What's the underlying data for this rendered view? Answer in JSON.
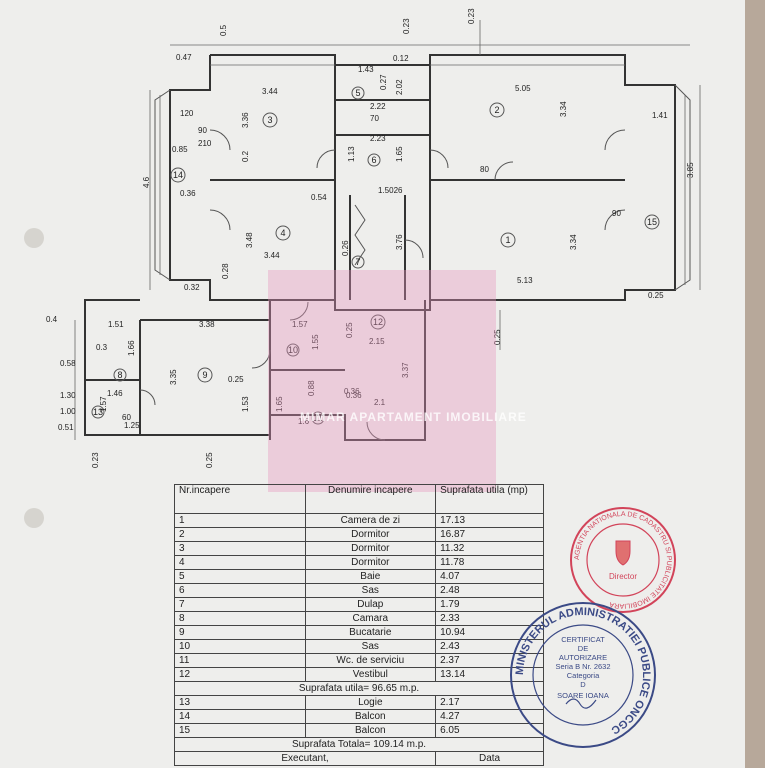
{
  "floor_plan": {
    "room_numbers": [
      "1",
      "2",
      "3",
      "4",
      "5",
      "6",
      "7",
      "8",
      "9",
      "10",
      "11",
      "12",
      "13",
      "14",
      "15"
    ],
    "dimensions": [
      "0.47",
      "0.5",
      "3.44",
      "3.36",
      "0.2",
      "5.05",
      "3.34",
      "0.23",
      "0.23",
      "0.12",
      "1.43",
      "0.27",
      "2.02",
      "2.22",
      "2.23",
      "1.13",
      "1.65",
      "4.6",
      "0.85",
      "0.36",
      "0.54",
      "1.5026",
      "3.48",
      "3.44",
      "3.76",
      "3.34",
      "5.13",
      "3.85",
      "1.41",
      "0.28",
      "0.32",
      "0.4",
      "1.51",
      "1.66",
      "3.38",
      "1.57",
      "1.55",
      "2.15",
      "0.25",
      "0.58",
      "3.35",
      "1.53",
      "0.25",
      "1.65",
      "0.88",
      "0.36",
      "2.1",
      "3.37",
      "1.46",
      "1.57",
      "1.25",
      "0.51",
      "0.23",
      "0.25",
      "1.6",
      "0.3",
      "1.30",
      "1.00",
      "0.25",
      "0.25",
      "0.36",
      "0.26"
    ],
    "door_labels": [
      "90",
      "120",
      "210",
      "80",
      "70",
      "60",
      "90"
    ]
  },
  "table": {
    "headers": {
      "num": "Nr.incapere",
      "name": "Denumire incapere",
      "area": "Suprafata utila (mp)"
    },
    "rows": [
      {
        "num": "1",
        "name": "Camera de zi",
        "area": "17.13"
      },
      {
        "num": "2",
        "name": "Dormitor",
        "area": "16.87"
      },
      {
        "num": "3",
        "name": "Dormitor",
        "area": "11.32"
      },
      {
        "num": "4",
        "name": "Dormitor",
        "area": "11.78"
      },
      {
        "num": "5",
        "name": "Baie",
        "area": "4.07"
      },
      {
        "num": "6",
        "name": "Sas",
        "area": "2.48"
      },
      {
        "num": "7",
        "name": "Dulap",
        "area": "1.79"
      },
      {
        "num": "8",
        "name": "Camara",
        "area": "2.33"
      },
      {
        "num": "9",
        "name": "Bucatarie",
        "area": "10.94"
      },
      {
        "num": "10",
        "name": "Sas",
        "area": "2.43"
      },
      {
        "num": "11",
        "name": "Wc. de serviciu",
        "area": "2.37"
      },
      {
        "num": "12",
        "name": "Vestibul",
        "area": "13.14"
      }
    ],
    "subtotal": "Suprafata utila= 96.65 m.p.",
    "extra_rows": [
      {
        "num": "13",
        "name": "Logie",
        "area": "2.17"
      },
      {
        "num": "14",
        "name": "Balcon",
        "area": "4.27"
      },
      {
        "num": "15",
        "name": "Balcon",
        "area": "6.05"
      }
    ],
    "total": "Suprafata Totala= 109.14 m.p.",
    "footer": {
      "left": "Executant,",
      "right": "Data"
    }
  },
  "stamp_red": {
    "ring_text": "AGENTIA NATIONALA DE CADASTRU SI PUBLICITATE IMOBILIARA",
    "center": "Director"
  },
  "stamp_blue": {
    "ring_text": "MINISTERUL ADMINISTRATIEI PUBLICE ONCGC",
    "lines": [
      "CERTIFICAT",
      "DE",
      "AUTORIZARE",
      "Seria B Nr. 2632",
      "Categoria",
      "D",
      "SOARE IOANA"
    ]
  },
  "watermark": {
    "text": "MIMAR APARTAMENT IMOBILIARE"
  },
  "colors": {
    "red_stamp": "#d2445a",
    "blue_stamp": "#3b4a86",
    "watermark": "#e896be"
  }
}
